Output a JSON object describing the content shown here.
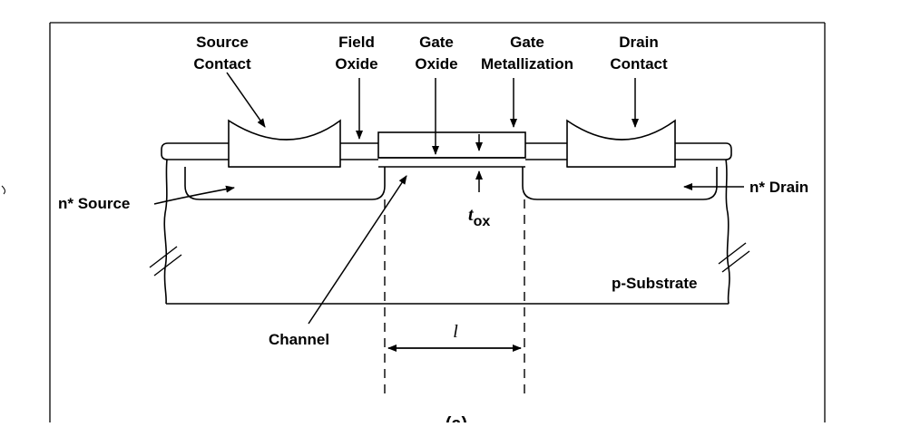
{
  "labels": {
    "source_contact": [
      "Source",
      "Contact"
    ],
    "field_oxide": [
      "Field",
      "Oxide"
    ],
    "gate_oxide": [
      "Gate",
      "Oxide"
    ],
    "gate_metallization": [
      "Gate",
      "Metallization"
    ],
    "drain_contact": [
      "Drain",
      "Contact"
    ],
    "n_source": "n* Source",
    "n_drain": "n* Drain",
    "t_ox_main": "t",
    "t_ox_sub": "ox",
    "p_substrate": "p-Substrate",
    "channel": "Channel",
    "length": "l",
    "caption": "(a)"
  },
  "colors": {
    "line": "#000000",
    "background": "#ffffff"
  }
}
